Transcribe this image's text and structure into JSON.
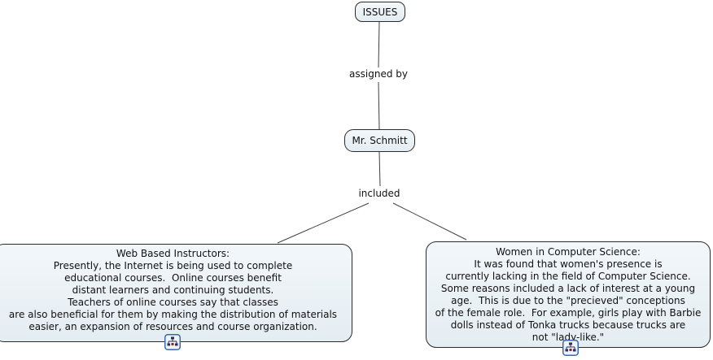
{
  "canvas": {
    "background": "#ffffff",
    "node_fill": "#e9f1f5",
    "node_border": "#2b2b2b",
    "line_color": "#3f3f3f",
    "icon_border_color": "#3a67ad"
  },
  "nodes": {
    "issues": {
      "label": "ISSUES"
    },
    "mr_schmitt": {
      "label": "Mr. Schmitt"
    },
    "web_based": {
      "title": "Web Based Instructors:",
      "body": "Presently, the Internet is being used to complete\neducational courses.  Online courses benefit\ndistant learners and continuing students.\nTeachers of online courses say that classes\nare also beneficial for them by making the distribution of materials\neasier, an expansion of resources and course organization.",
      "icon": "cmap-resource-icon"
    },
    "women_cs": {
      "title": "Women in Computer Science:",
      "body": "It was found that women's presence is\ncurrently lacking in the field of Computer Science.\nSome reasons included a lack of interest at a young\nage.  This is due to the \"precieved\" conceptions\nof the female role.  For example, girls play with Barbie\ndolls instead of Tonka trucks because trucks are\nnot \"lady-like.\"",
      "icon": "cmap-resource-icon"
    }
  },
  "linking_phrases": {
    "assigned_by": {
      "label": "assigned by"
    },
    "included": {
      "label": "included"
    }
  }
}
